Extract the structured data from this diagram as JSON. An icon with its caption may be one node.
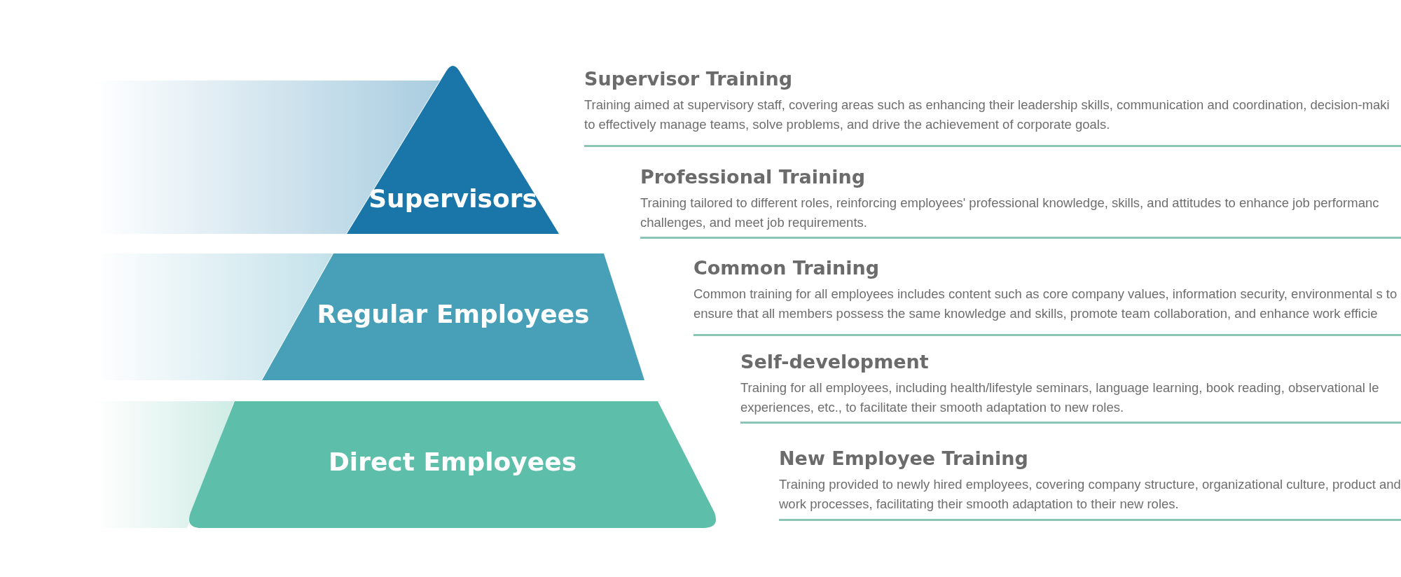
{
  "diagram": {
    "nodes": [
      {
        "text": [
          "Supervisors"
        ]
      },
      {
        "text": [
          "Regular Employees"
        ]
      },
      {
        "text": [
          "Direct Employees"
        ]
      },
      {
        "text": [],
        "shape": "bar"
      },
      {
        "text": [],
        "shape": "bar"
      },
      {
        "text": [],
        "shape": "bar"
      }
    ],
    "edges": [],
    "labels": [
      "Supervisor Training",
      "Training aimed at supervisory staff, covering areas such as enhancing their leadership skills, communication and coordination, decision-maki to effectively manage teams, solve problems, and drive the achievement of corporate goals.",
      "Professional Training",
      "Training tailored to different roles, reinforcing employees' professional knowledge, skills, and attitudes to enhance job performanc challenges, and meet job requirements.",
      "Common Training",
      "Common training for all employees includes content such as core company values, information security, environmental s to ensure that all members possess the same knowledge and skills, promote team collaboration, and enhance work efficie",
      "Self-development",
      "Training for all employees, including health/lifestyle seminars, language learning, book reading, observational le experiences, etc., to facilitate their smooth adaptation to new roles.",
      "New Employee Training",
      "Training provided to newly hired employees, covering company structure, organizational culture, product and work processes, facilitating their smooth adaptation to their new roles."
    ]
  }
}
